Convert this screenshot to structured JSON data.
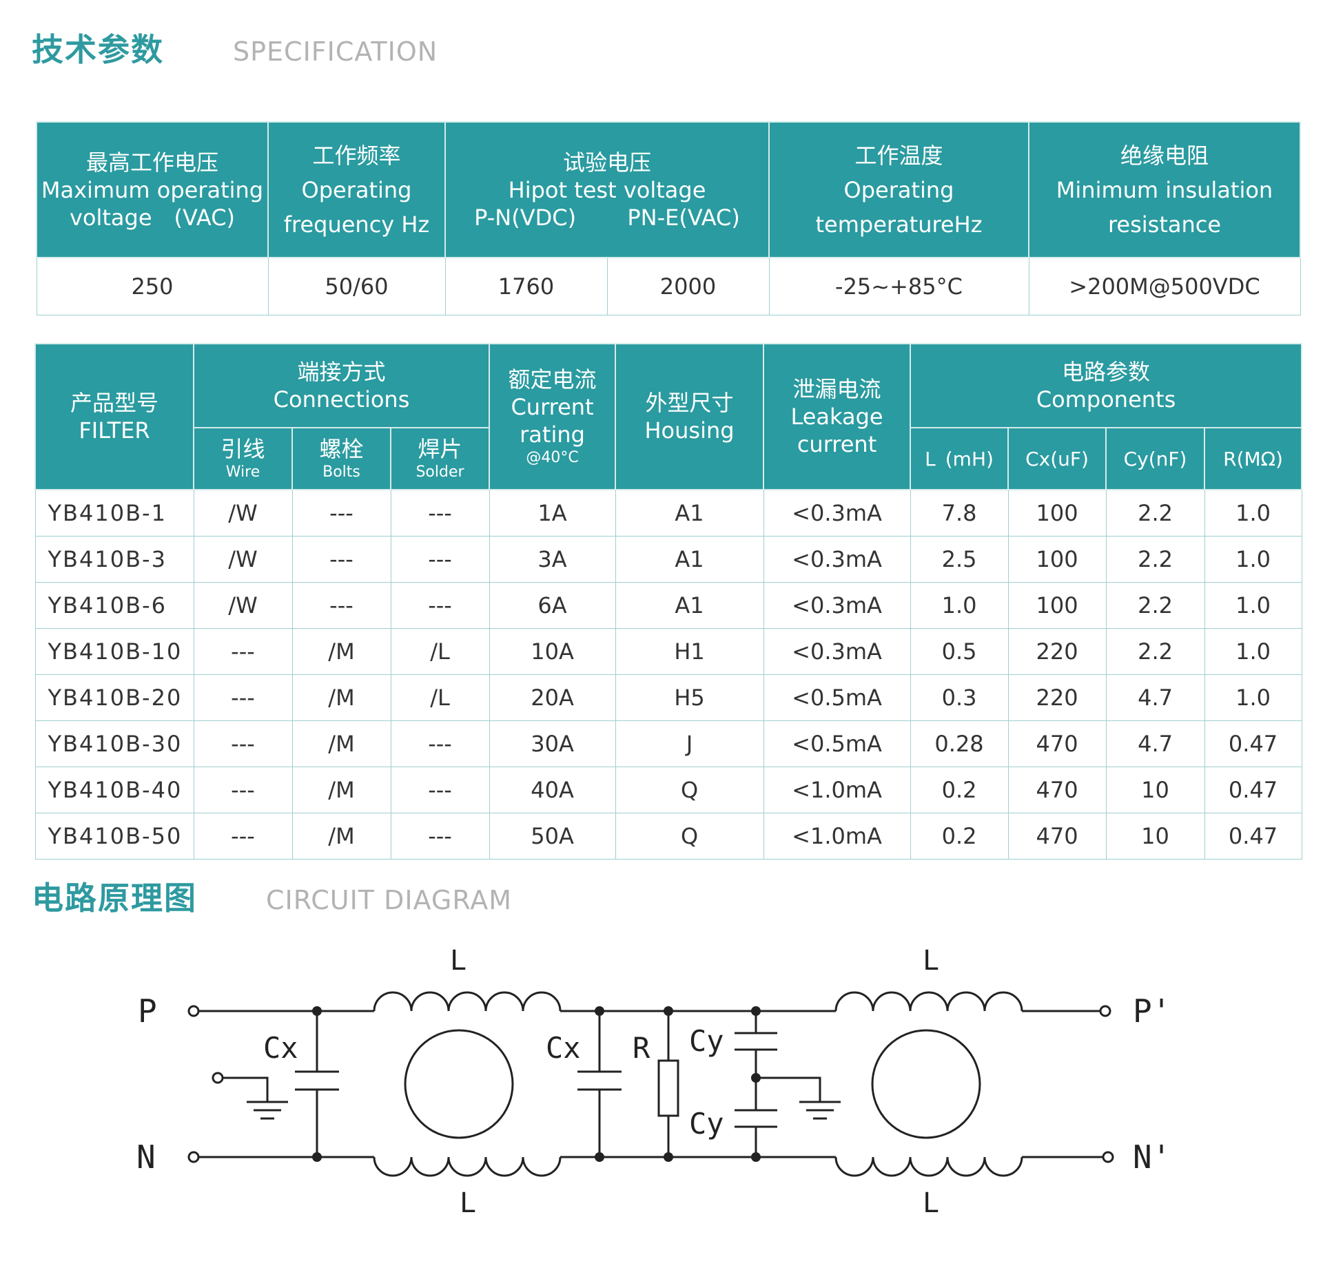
{
  "spec_section": {
    "title_cn": "技术参数",
    "title_en": "SPECIFICATION",
    "headers": {
      "max_voltage": {
        "cn": "最高工作电压",
        "en1": "Maximum operating",
        "en2": "voltage　(VAC)"
      },
      "frequency": {
        "cn": "工作频率",
        "en1": "Operating",
        "en2": "frequency Hz"
      },
      "hipot": {
        "cn": "试验电压",
        "en1": "Hipot test voltage",
        "pn": "P-N(VDC)",
        "pne": "PN-E(VAC)"
      },
      "temperature": {
        "cn": "工作温度",
        "en1": "Operating",
        "en2": "temperatureHz"
      },
      "insulation": {
        "cn": "绝缘电阻",
        "en1": "Minimum insulation",
        "en2": "resistance"
      }
    },
    "values": {
      "max_voltage": "250",
      "frequency": "50/60",
      "hipot_pn": "1760",
      "hipot_pne": "2000",
      "temperature": "-25~+85°C",
      "insulation": ">200M@500VDC"
    }
  },
  "product_table": {
    "headers": {
      "filter_cn": "产品型号",
      "filter_en": "FILTER",
      "connections_cn": "端接方式",
      "connections_en": "Connections",
      "wire_cn": "引线",
      "wire_en": "Wire",
      "bolts_cn": "螺栓",
      "bolts_en": "Bolts",
      "solder_cn": "焊片",
      "solder_en": "Solder",
      "current_cn": "额定电流",
      "current_en1": "Current",
      "current_en2": "rating",
      "current_note": "@40°C",
      "housing_cn": "外型尺寸",
      "housing_en": "Housing",
      "leakage_cn": "泄漏电流",
      "leakage_en1": "Leakage",
      "leakage_en2": "current",
      "components_cn": "电路参数",
      "components_en": "Components",
      "l": "L (mH)",
      "cx": "Cx(uF)",
      "cy": "Cy(nF)",
      "r": "R(MΩ)"
    },
    "rows": [
      {
        "model": "YB410B-1",
        "wire": "/W",
        "bolts": "---",
        "solder": "---",
        "current": "1A",
        "housing": "A1",
        "leakage": "<0.3mA",
        "l": "7.8",
        "cx": "100",
        "cy": "2.2",
        "r": "1.0"
      },
      {
        "model": "YB410B-3",
        "wire": "/W",
        "bolts": "---",
        "solder": "---",
        "current": "3A",
        "housing": "A1",
        "leakage": "<0.3mA",
        "l": "2.5",
        "cx": "100",
        "cy": "2.2",
        "r": "1.0"
      },
      {
        "model": "YB410B-6",
        "wire": "/W",
        "bolts": "---",
        "solder": "---",
        "current": "6A",
        "housing": "A1",
        "leakage": "<0.3mA",
        "l": "1.0",
        "cx": "100",
        "cy": "2.2",
        "r": "1.0"
      },
      {
        "model": "YB410B-10",
        "wire": "---",
        "bolts": "/M",
        "solder": "/L",
        "current": "10A",
        "housing": "H1",
        "leakage": "<0.3mA",
        "l": "0.5",
        "cx": "220",
        "cy": "2.2",
        "r": "1.0"
      },
      {
        "model": "YB410B-20",
        "wire": "---",
        "bolts": "/M",
        "solder": "/L",
        "current": "20A",
        "housing": "H5",
        "leakage": "<0.5mA",
        "l": "0.3",
        "cx": "220",
        "cy": "4.7",
        "r": "1.0"
      },
      {
        "model": "YB410B-30",
        "wire": "---",
        "bolts": "/M",
        "solder": "---",
        "current": "30A",
        "housing": "J",
        "leakage": "<0.5mA",
        "l": "0.28",
        "cx": "470",
        "cy": "4.7",
        "r": "0.47"
      },
      {
        "model": "YB410B-40",
        "wire": "---",
        "bolts": "/M",
        "solder": "---",
        "current": "40A",
        "housing": "Q",
        "leakage": "<1.0mA",
        "l": "0.2",
        "cx": "470",
        "cy": "10",
        "r": "0.47"
      },
      {
        "model": "YB410B-50",
        "wire": "---",
        "bolts": "/M",
        "solder": "---",
        "current": "50A",
        "housing": "Q",
        "leakage": "<1.0mA",
        "l": "0.2",
        "cx": "470",
        "cy": "10",
        "r": "0.47"
      }
    ]
  },
  "circuit_section": {
    "title_cn": "电路原理图",
    "title_en": "CIRCUIT DIAGRAM",
    "labels": {
      "p": "P",
      "n": "N",
      "p_out": "P'",
      "n_out": "N'",
      "inductor": "L",
      "cx": "Cx",
      "r": "R",
      "cy": "Cy"
    }
  },
  "colors": {
    "accent": "#2a9ba0",
    "title_cn": "#2e9aa0",
    "title_en": "#b3b3b3",
    "border": "#9fcfd1"
  }
}
